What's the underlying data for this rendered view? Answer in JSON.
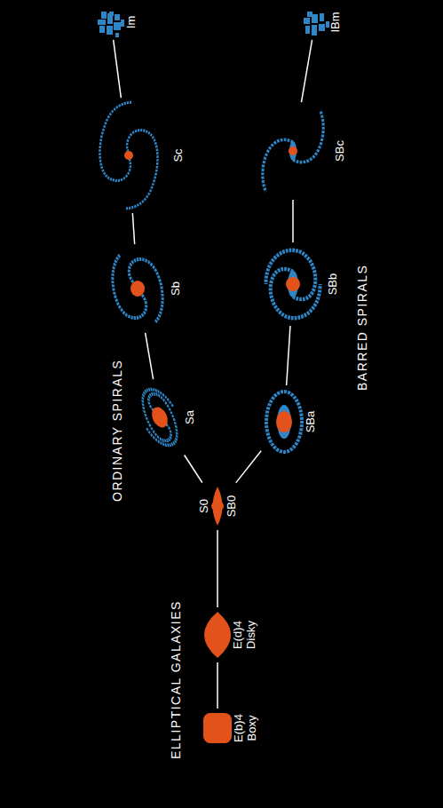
{
  "diagram": {
    "nodes": [
      {
        "text": [
          "E(b)4",
          "Boxy"
        ]
      },
      {
        "text": [
          "E(d)4",
          "Disky"
        ]
      },
      {
        "text": [
          "S0",
          "SB0"
        ]
      },
      {
        "text": [
          "Sa"
        ]
      },
      {
        "text": [
          "Sb"
        ]
      },
      {
        "text": [
          "Sc"
        ]
      },
      {
        "text": [
          "Im"
        ]
      },
      {
        "text": [
          "SBa"
        ]
      },
      {
        "text": [
          "SBb"
        ]
      },
      {
        "text": [
          "SBc"
        ]
      },
      {
        "text": [
          "IBm"
        ]
      }
    ],
    "edges": [
      {
        "from": 0,
        "to": 1,
        "arrow": "none"
      },
      {
        "from": 1,
        "to": 2,
        "arrow": "none"
      },
      {
        "from": 2,
        "to": 3,
        "arrow": "none"
      },
      {
        "from": 3,
        "to": 4,
        "arrow": "none"
      },
      {
        "from": 4,
        "to": 5,
        "arrow": "none"
      },
      {
        "from": 5,
        "to": 6,
        "arrow": "none"
      },
      {
        "from": 2,
        "to": 7,
        "arrow": "none"
      },
      {
        "from": 7,
        "to": 8,
        "arrow": "none"
      },
      {
        "from": 8,
        "to": 9,
        "arrow": "none"
      },
      {
        "from": 9,
        "to": 10,
        "arrow": "none"
      }
    ],
    "labels": [
      "ELLIPTICAL GALAXIES",
      "ORDINARY SPIRALS",
      "BARRED SPIRALS"
    ]
  }
}
